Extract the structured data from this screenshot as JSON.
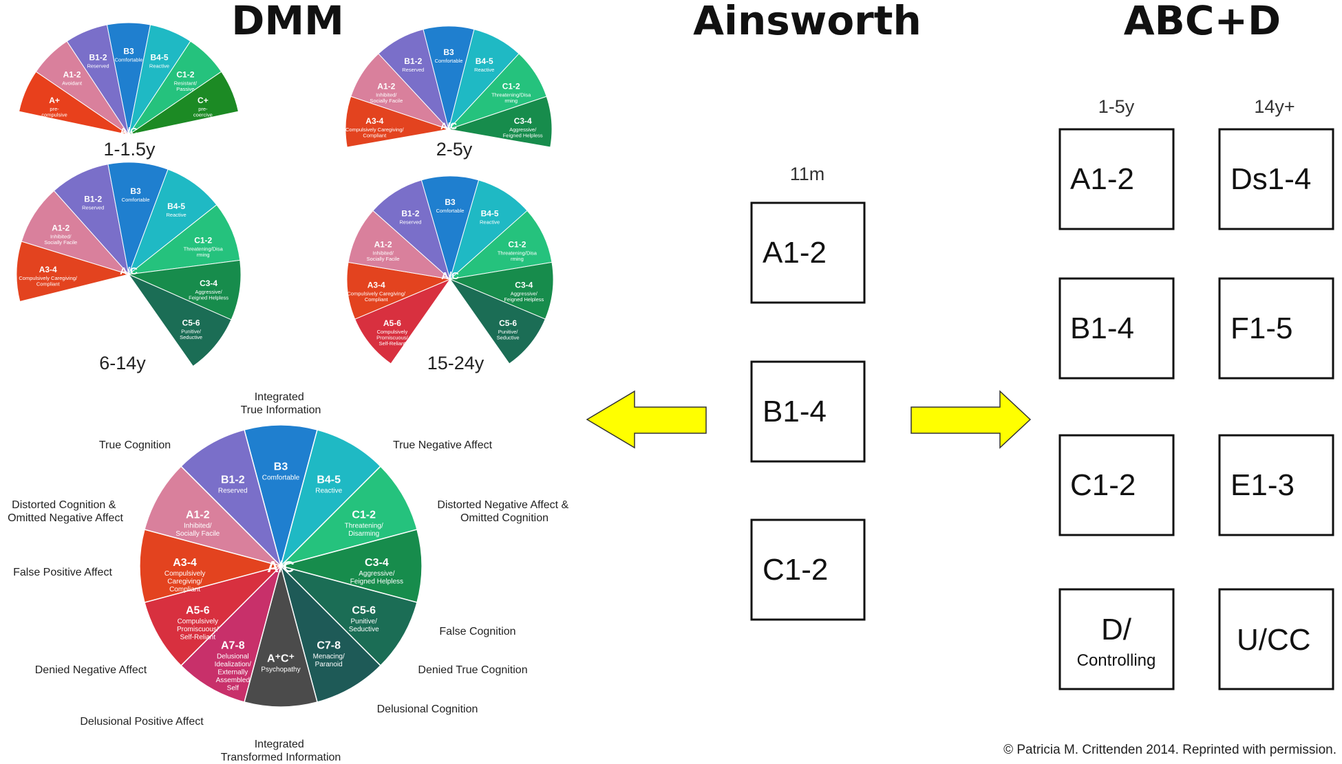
{
  "titles": {
    "dmm": "DMM",
    "ainsworth": "Ainsworth",
    "abcd": "ABC+D"
  },
  "center_label": "A/C",
  "fans": [
    {
      "age": "1-1.5y",
      "segments": [
        {
          "code": "A+",
          "desc": [
            "pre-",
            "compulsive"
          ],
          "color": "#e8401c"
        },
        {
          "code": "A1-2",
          "desc": [
            "Avoidant"
          ],
          "color": "#d9809c"
        },
        {
          "code": "B1-2",
          "desc": [
            "Reserved"
          ],
          "color": "#7a6fc9"
        },
        {
          "code": "B3",
          "desc": [
            "Comfortable"
          ],
          "color": "#1f7fcf"
        },
        {
          "code": "B4-5",
          "desc": [
            "Reactive"
          ],
          "color": "#1fb9c4"
        },
        {
          "code": "C1-2",
          "desc": [
            "Resistant/",
            "Passive"
          ],
          "color": "#25c27d"
        },
        {
          "code": "C+",
          "desc": [
            "pre-",
            "coercive"
          ],
          "color": "#1c8a24"
        }
      ]
    },
    {
      "age": "2-5y",
      "segments": [
        {
          "code": "A3-4",
          "desc": [
            "Compulsively Caregiving/",
            "Compliant"
          ],
          "color": "#e3431f"
        },
        {
          "code": "A1-2",
          "desc": [
            "Inhibited/",
            "Socially Facile"
          ],
          "color": "#d9809c"
        },
        {
          "code": "B1-2",
          "desc": [
            "Reserved"
          ],
          "color": "#7a6fc9"
        },
        {
          "code": "B3",
          "desc": [
            "Comfortable"
          ],
          "color": "#1f7fcf"
        },
        {
          "code": "B4-5",
          "desc": [
            "Reactive"
          ],
          "color": "#1fb9c4"
        },
        {
          "code": "C1-2",
          "desc": [
            "Threatening/Disa",
            "rming"
          ],
          "color": "#25c27d"
        },
        {
          "code": "C3-4",
          "desc": [
            "Aggressive/",
            "Feigned Helpless"
          ],
          "color": "#178c4c"
        }
      ]
    },
    {
      "age": "6-14y",
      "segments": [
        {
          "code": "A3-4",
          "desc": [
            "Compulsively Caregiving/",
            "Compliant"
          ],
          "color": "#e3431f"
        },
        {
          "code": "A1-2",
          "desc": [
            "Inhibited/",
            "Socially Facile"
          ],
          "color": "#d9809c"
        },
        {
          "code": "B1-2",
          "desc": [
            "Reserved"
          ],
          "color": "#7a6fc9"
        },
        {
          "code": "B3",
          "desc": [
            "Comfortable"
          ],
          "color": "#1f7fcf"
        },
        {
          "code": "B4-5",
          "desc": [
            "Reactive"
          ],
          "color": "#1fb9c4"
        },
        {
          "code": "C1-2",
          "desc": [
            "Threatening/Disa",
            "rming"
          ],
          "color": "#25c27d"
        },
        {
          "code": "C3-4",
          "desc": [
            "Aggressive/",
            "Feigned Helpless"
          ],
          "color": "#178c4c"
        },
        {
          "code": "C5-6",
          "desc": [
            "Punitive/",
            "Seductive"
          ],
          "color": "#1b6d55"
        }
      ]
    },
    {
      "age": "15-24y",
      "segments": [
        {
          "code": "A5-6",
          "desc": [
            "Compulsively",
            "Promiscuous/",
            "Self-Reliant"
          ],
          "color": "#d8303f"
        },
        {
          "code": "A3-4",
          "desc": [
            "Compulsively Caregiving/",
            "Compliant"
          ],
          "color": "#e3431f"
        },
        {
          "code": "A1-2",
          "desc": [
            "Inhibited/",
            "Socially Facile"
          ],
          "color": "#d9809c"
        },
        {
          "code": "B1-2",
          "desc": [
            "Reserved"
          ],
          "color": "#7a6fc9"
        },
        {
          "code": "B3",
          "desc": [
            "Comfortable"
          ],
          "color": "#1f7fcf"
        },
        {
          "code": "B4-5",
          "desc": [
            "Reactive"
          ],
          "color": "#1fb9c4"
        },
        {
          "code": "C1-2",
          "desc": [
            "Threatening/Disa",
            "rming"
          ],
          "color": "#25c27d"
        },
        {
          "code": "C3-4",
          "desc": [
            "Aggressive/",
            "Feigned Helpless"
          ],
          "color": "#178c4c"
        },
        {
          "code": "C5-6",
          "desc": [
            "Punitive/",
            "Seductive"
          ],
          "color": "#1b6d55"
        }
      ]
    }
  ],
  "wheel": {
    "segments": [
      {
        "code": "B3",
        "desc": [
          "Comfortable"
        ],
        "color": "#1f7fcf"
      },
      {
        "code": "B4-5",
        "desc": [
          "Reactive"
        ],
        "color": "#1fb9c4"
      },
      {
        "code": "C1-2",
        "desc": [
          "Threatening/",
          "Disarming"
        ],
        "color": "#25c27d"
      },
      {
        "code": "C3-4",
        "desc": [
          "Aggressive/",
          "Feigned Helpless"
        ],
        "color": "#178c4c"
      },
      {
        "code": "C5-6",
        "desc": [
          "Punitive/",
          "Seductive"
        ],
        "color": "#1b6d55"
      },
      {
        "code": "C7-8",
        "desc": [
          "Menacing/",
          "Paranoid"
        ],
        "color": "#1e5a57"
      },
      {
        "code": "A⁺C⁺",
        "desc": [
          "Psychopathy"
        ],
        "color": "#4b4b4b"
      },
      {
        "code": "A7-8",
        "desc": [
          "Delusional",
          "Idealization/",
          "Externally",
          "Assembled",
          "Self"
        ],
        "color": "#c8306a"
      },
      {
        "code": "A5-6",
        "desc": [
          "Compulsively",
          "Promiscuous/",
          "Self-Reliant"
        ],
        "color": "#d8303f"
      },
      {
        "code": "A3-4",
        "desc": [
          "Compulsively",
          "Caregiving/",
          "Compliant"
        ],
        "color": "#e3431f"
      },
      {
        "code": "A1-2",
        "desc": [
          "Inhibited/",
          "Socially Facile"
        ],
        "color": "#d9809c"
      },
      {
        "code": "B1-2",
        "desc": [
          "Reserved"
        ],
        "color": "#7a6fc9"
      }
    ],
    "outer_labels": {
      "integrated_true": [
        "Integrated",
        "True Information"
      ],
      "true_negative_affect": [
        "True Negative Affect"
      ],
      "distorted_negative_affect": [
        "Distorted Negative Affect &",
        "Omitted Cognition"
      ],
      "false_cognition": [
        "False Cognition"
      ],
      "denied_true_cognition": [
        "Denied True Cognition"
      ],
      "delusional_cognition": [
        "Delusional Cognition"
      ],
      "integrated_transformed": [
        "Integrated",
        "Transformed Information"
      ],
      "delusional_positive_affect": [
        "Delusional Positive Affect"
      ],
      "denied_negative_affect": [
        "Denied Negative Affect"
      ],
      "false_positive_affect": [
        "False Positive Affect"
      ],
      "distorted_cognition": [
        "Distorted Cognition &",
        "Omitted Negative Affect"
      ],
      "true_cognition": [
        "True Cognition"
      ]
    }
  },
  "ainsworth": {
    "age": "11m",
    "boxes": [
      "A1-2",
      "B1-4",
      "C1-2"
    ]
  },
  "abcd": {
    "col1_age": "1-5y",
    "col2_age": "14y+",
    "col1": [
      "A1-2",
      "B1-4",
      "C1-2"
    ],
    "col1_last": {
      "main": "D/",
      "sub": "Controlling"
    },
    "col2": [
      "Ds1-4",
      "F1-5",
      "E1-3",
      "U/CC"
    ]
  },
  "colors": {
    "arrow": "#ffff00",
    "box_border": "#111111"
  },
  "credit": "© Patricia M. Crittenden 2014. Reprinted with permission."
}
